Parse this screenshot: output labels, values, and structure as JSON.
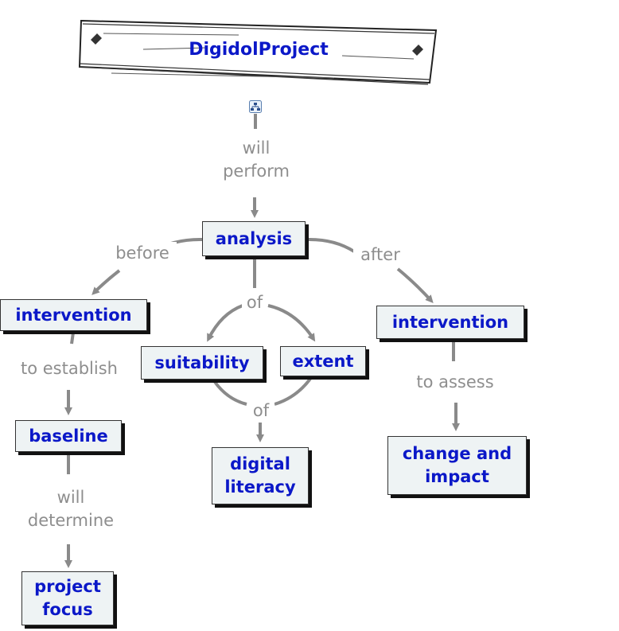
{
  "title": "DigidolProject",
  "icons": {
    "map_icon": "concept-map-icon"
  },
  "colors": {
    "concept_text": "#0b18c8",
    "link_text": "#8e8e8e",
    "node_fill": "#eef3f4",
    "line": "#8a8a8a"
  },
  "concepts": {
    "analysis": "analysis",
    "intervention_before": "intervention",
    "intervention_after": "intervention",
    "suitability": "suitability",
    "extent": "extent",
    "baseline": "baseline",
    "digital_literacy_1": "digital",
    "digital_literacy_2": "literacy",
    "change_impact_1": "change and",
    "change_impact_2": "impact",
    "project_focus_1": "project",
    "project_focus_2": "focus"
  },
  "links": {
    "will_perform_1": "will",
    "will_perform_2": "perform",
    "before": "before",
    "after": "after",
    "of_top": "of",
    "of_bottom": "of",
    "to_establish": "to establish",
    "to_assess": "to assess",
    "will_determine_1": "will",
    "will_determine_2": "determine"
  }
}
